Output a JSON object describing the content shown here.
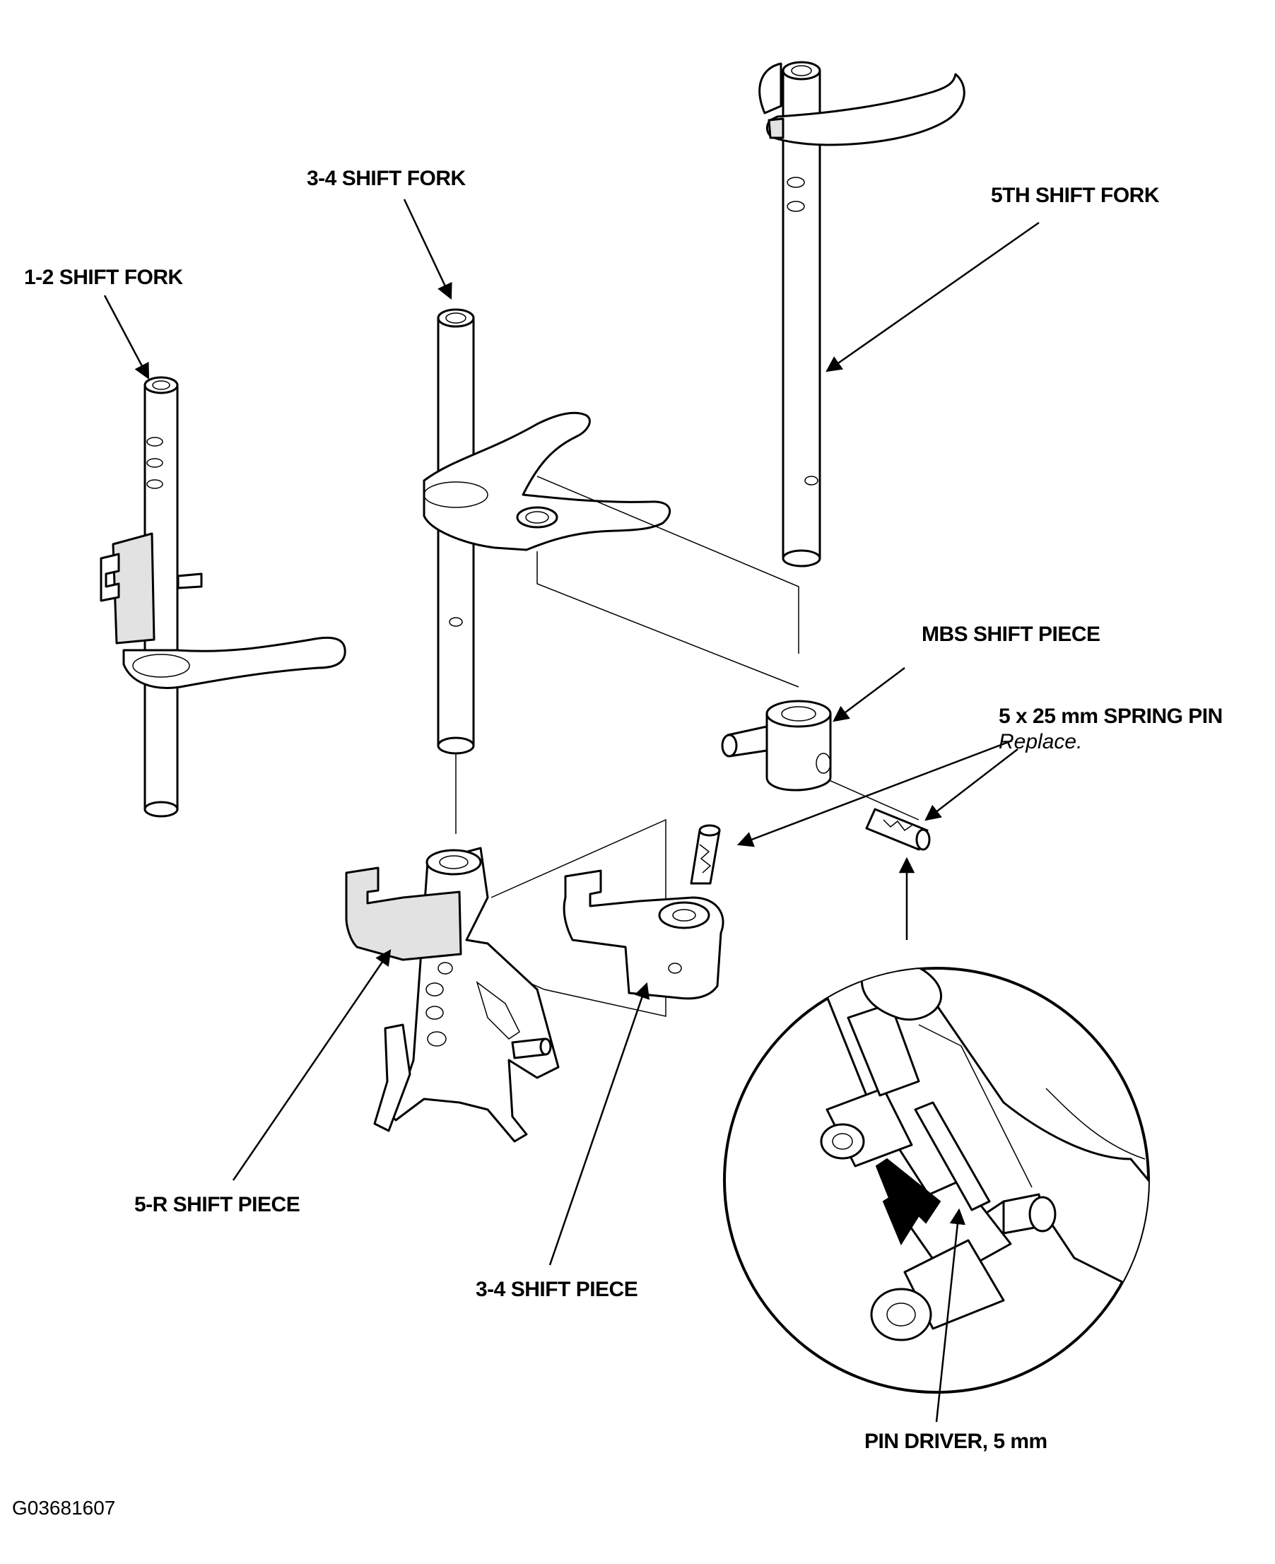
{
  "labels": {
    "fork_12": "1-2 SHIFT FORK",
    "fork_34": "3-4 SHIFT FORK",
    "fork_5th": "5TH SHIFT FORK",
    "mbs_piece": "MBS SHIFT PIECE",
    "spring_pin": "5 x 25 mm SPRING PIN",
    "spring_pin_note": "Replace.",
    "piece_5r": "5-R SHIFT PIECE",
    "piece_34": "3-4 SHIFT PIECE",
    "pin_driver": "PIN DRIVER, 5 mm",
    "figure_code": "G03681607"
  },
  "icons": {
    "drive_direction_arrow": "down-right-arrow"
  }
}
